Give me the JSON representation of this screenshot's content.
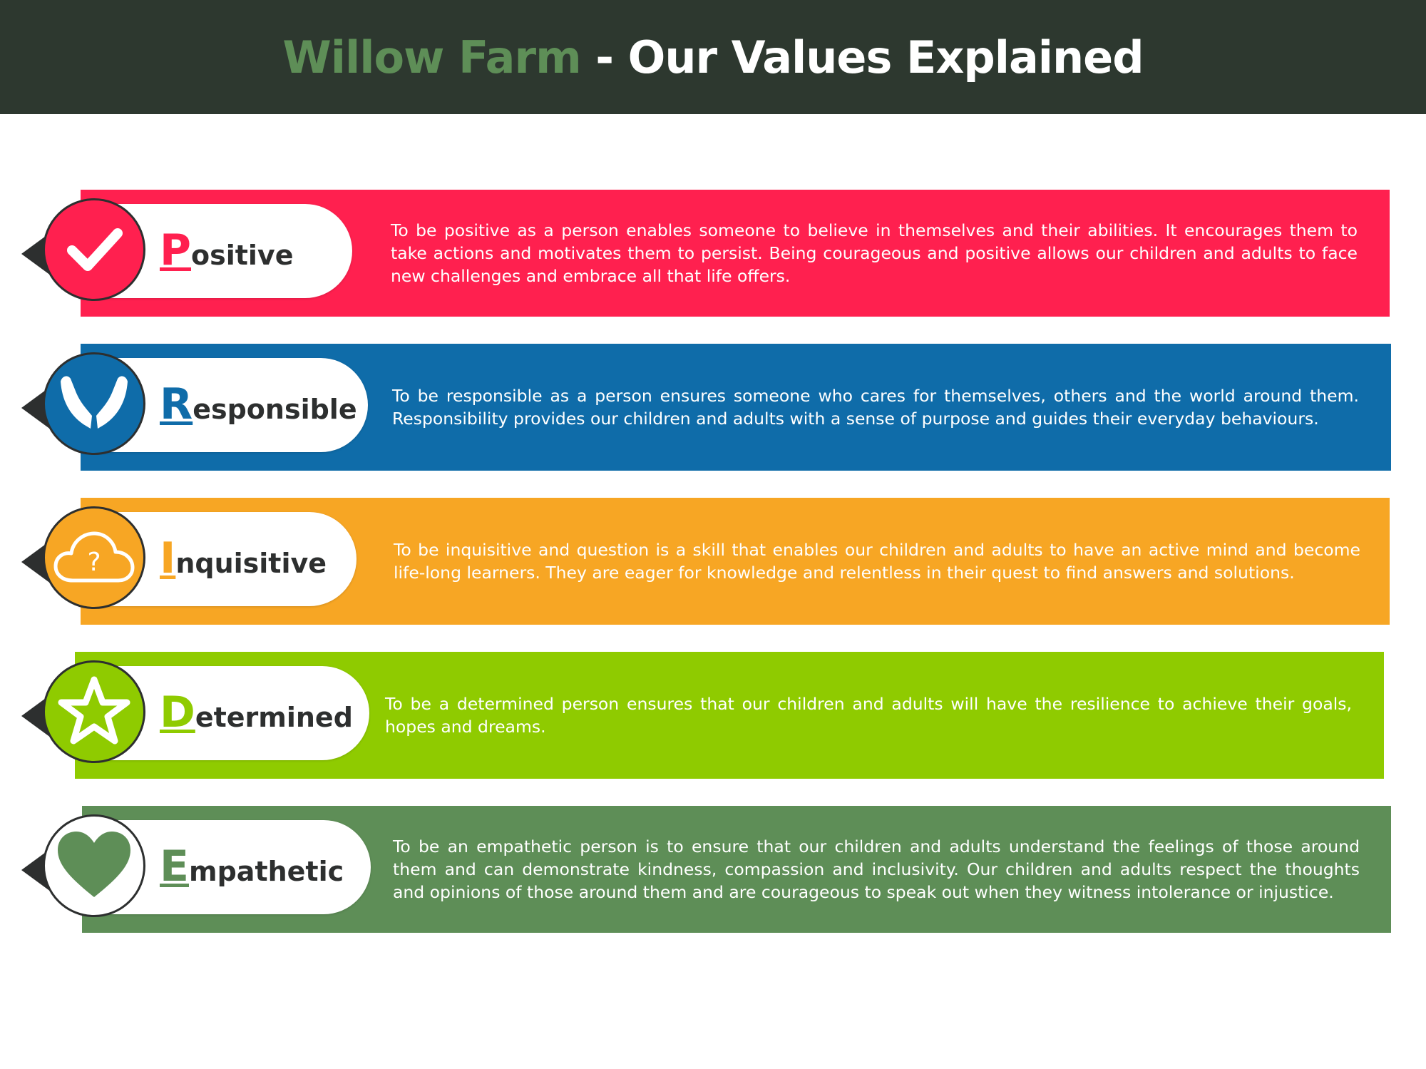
{
  "header": {
    "brand": "Willow Farm",
    "separator": " - ",
    "title_rest": "Our Values Explained"
  },
  "values": [
    {
      "initial": "P",
      "rest": "ositive",
      "icon": "checkmark-icon",
      "color": "#ff204f",
      "description": "To be positive as a person enables someone to believe in themselves and their abilities. It encourages them to take actions and motivates them to persist. Being courageous and positive allows our children and adults to face new challenges and embrace all that life offers."
    },
    {
      "initial": "R",
      "rest": "esponsible",
      "icon": "open-hands-icon",
      "color": "#0f6ca9",
      "description": "To be responsible as a person ensures someone who cares for themselves, others and the world around them. Responsibility provides our children and adults with a sense of purpose and guides their everyday behaviours."
    },
    {
      "initial": "I",
      "rest": "nquisitive",
      "icon": "question-cloud-icon",
      "color": "#f7a624",
      "description": "To be inquisitive and question is a skill that enables our children and adults to have an active mind and become life-long learners. They are eager for knowledge and relentless in their quest to find answers and solutions."
    },
    {
      "initial": "D",
      "rest": "etermined",
      "icon": "star-icon",
      "color": "#8fcb00",
      "description": "To be a determined person ensures that our children and adults will have the resilience to achieve their goals, hopes and dreams."
    },
    {
      "initial": "E",
      "rest": "mpathetic",
      "icon": "heart-icon",
      "color": "#5e8e57",
      "description": "To be an empathetic person is to ensure that our children and adults understand the feelings of those around them and can demonstrate kindness, compassion and inclusivity. Our children and adults respect the thoughts and opinions of those around them and are courageous to speak out when they witness intolerance or injustice."
    }
  ]
}
